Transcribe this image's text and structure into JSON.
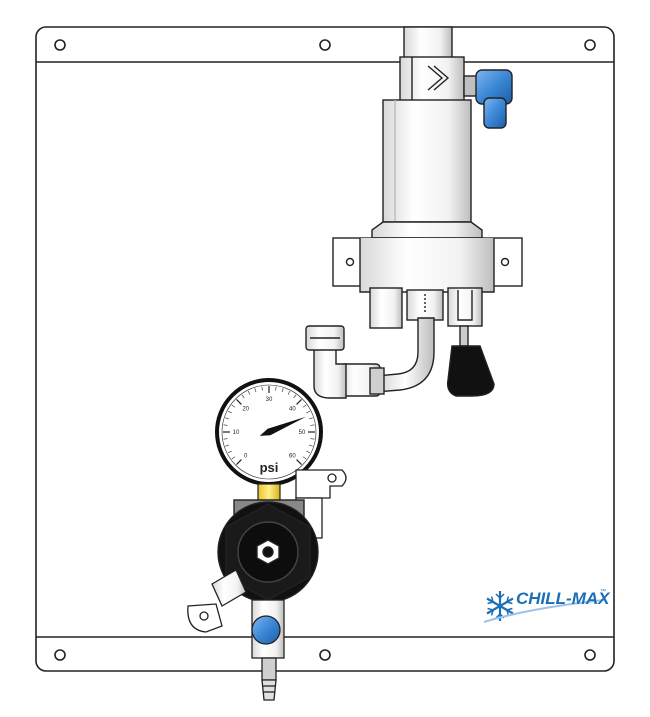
{
  "gauge": {
    "unit": "psi",
    "tick_labels": [
      "0",
      "10",
      "20",
      "30",
      "40",
      "50",
      "60"
    ],
    "needle_value": 45,
    "min": 0,
    "max": 60
  },
  "logo": {
    "brand": "CHILL-MAX",
    "trademark": "™",
    "brand_color": "#1b6fb5",
    "snowflake_color": "#1b6fb5"
  },
  "colors": {
    "outline": "#222222",
    "fitting_blue": "#3b87d6",
    "brass_yellow": "#f0d23a",
    "regulator_black": "#111111"
  }
}
